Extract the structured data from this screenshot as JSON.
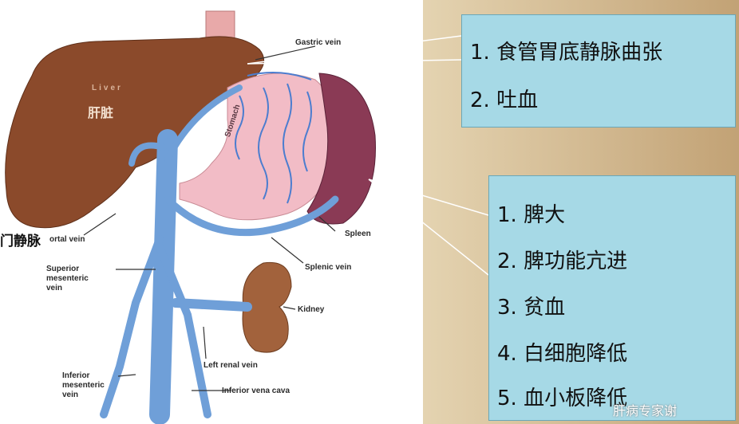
{
  "diagram": {
    "labels": {
      "gastric_vein": "Gastric vein",
      "liver_en": "Liver",
      "liver_cn": "肝脏",
      "portal_vein_cn": "门静脉",
      "portal_vein_en": "ortal vein",
      "stomach": "Stomach",
      "spleen": "Spleen",
      "splenic_vein": "Splenic vein",
      "superior_mesenteric_vein": "Superior\nmesenteric\nvein",
      "kidney": "Kidney",
      "left_renal_vein": "Left renal vein",
      "inferior_mesenteric_vein": "Inferior\nmesenteric\nvein",
      "inferior_vena_cava": "Inferior vena cava"
    }
  },
  "boxes": {
    "top": {
      "items": [
        "1. 食管胃底静脉曲张",
        "2. 吐血"
      ]
    },
    "bottom": {
      "items": [
        "1. 脾大",
        "2. 脾功能亢进",
        "3. 贫血",
        "4. 白细胞降低",
        "5. 血小板降低"
      ]
    }
  },
  "watermark": "肝病专家谢",
  "colors": {
    "box_fill": "#a6d9e6",
    "liver": "#8b4a2b",
    "vein": "#6f9fd8",
    "stomach": "#f0b8c0",
    "spleen": "#8a3a55"
  }
}
